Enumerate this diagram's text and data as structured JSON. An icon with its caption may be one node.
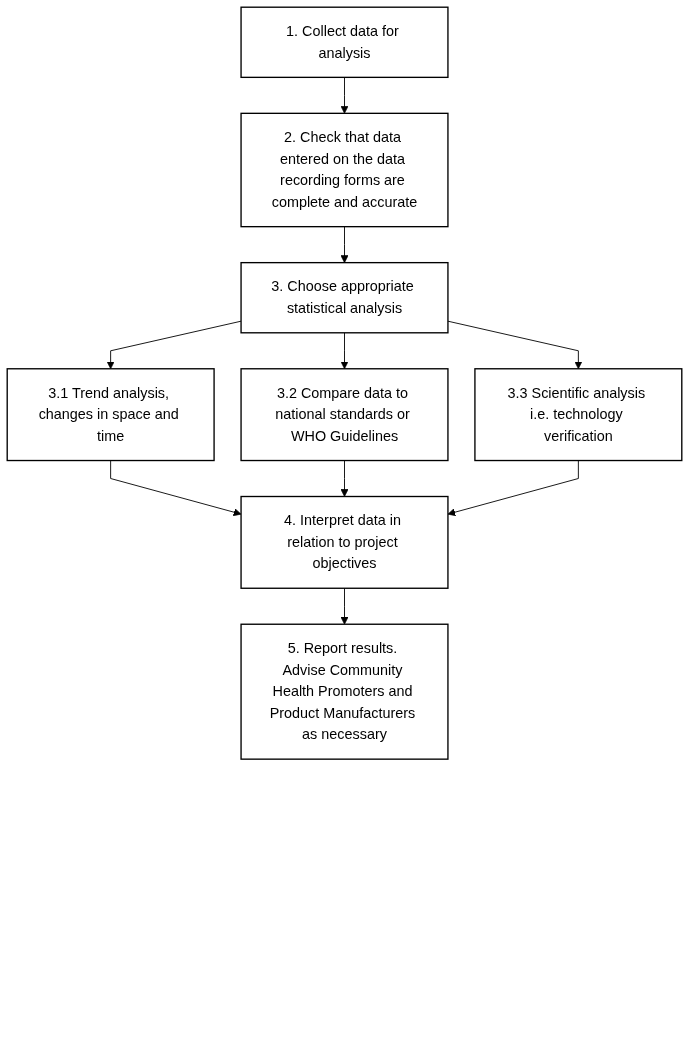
{
  "diagram": {
    "nodes": [
      {
        "text": [
          "1. Collect data for analysis"
        ]
      },
      {
        "text": [
          "2. Check that data entered on the data recording forms are complete and accurate"
        ]
      },
      {
        "text": [
          "3. Choose appropriate statistical analysis"
        ]
      },
      {
        "text": [
          "3.1 Trend analysis, changes in space and time"
        ]
      },
      {
        "text": [
          "3.2 Compare data to national standards or WHO Guidelines"
        ]
      },
      {
        "text": [
          "3.3 Scientific analysis i.e. technology verification"
        ]
      },
      {
        "text": [
          "4. Interpret data in relation to project objectives"
        ]
      },
      {
        "text": [
          "5. Report results. Advise Community Health Promoters and Product Manufacturers as necessary"
        ]
      }
    ],
    "edges": [
      {
        "from": 0,
        "to": 1,
        "arrow": "to"
      },
      {
        "from": 1,
        "to": 2,
        "arrow": "to"
      },
      {
        "from": 2,
        "to": 3,
        "arrow": "to"
      },
      {
        "from": 2,
        "to": 4,
        "arrow": "to"
      },
      {
        "from": 2,
        "to": 5,
        "arrow": "to"
      },
      {
        "from": 3,
        "to": 6,
        "arrow": "to"
      },
      {
        "from": 4,
        "to": 6,
        "arrow": "to"
      },
      {
        "from": 5,
        "to": 6,
        "arrow": "to"
      },
      {
        "from": 6,
        "to": 7,
        "arrow": "to"
      }
    ]
  }
}
